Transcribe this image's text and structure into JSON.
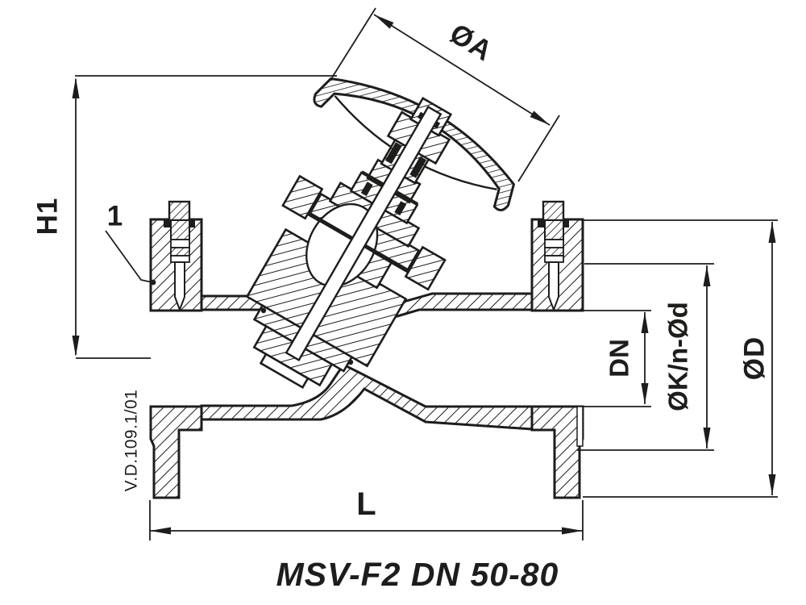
{
  "drawing": {
    "type": "valve-cross-section-technical-drawing",
    "caption": "MSV-F2 DN 50-80",
    "doc_number": "V.D.109.1/01",
    "ink_color": "#1d1d1b",
    "background_color": "#ffffff"
  },
  "labels": {
    "handwheel_diameter": "ØA",
    "height": "H1",
    "part_ref": "1",
    "nominal_bore": "DN",
    "bolt_circle": "ØK/n-Ød",
    "outer_diameter": "ØD",
    "length": "L"
  }
}
